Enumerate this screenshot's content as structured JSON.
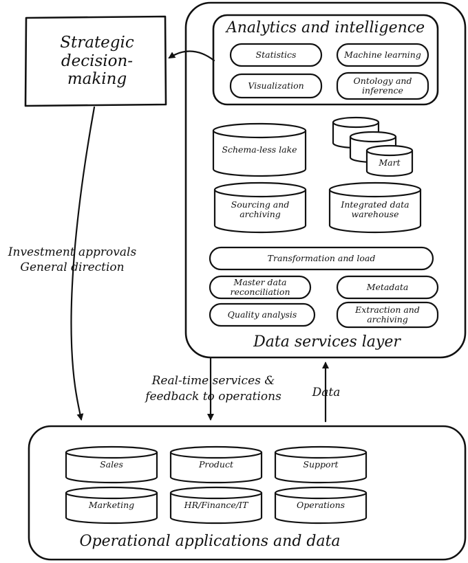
{
  "strategic": {
    "title": "Strategic decision-making"
  },
  "analytics": {
    "title": "Analytics and intelligence",
    "items": [
      "Statistics",
      "Machine learning",
      "Visualization",
      "Ontology and inference"
    ]
  },
  "storage": {
    "lake": "Schema-less lake",
    "mart": "Mart",
    "sourcing": "Sourcing and archiving",
    "warehouse": "Integrated data warehouse"
  },
  "processing": {
    "transformation": "Transformation and load",
    "master": "Master data reconciliation",
    "metadata": "Metadata",
    "quality": "Quality analysis",
    "extraction": "Extraction and archiving"
  },
  "data_services": {
    "title": "Data services layer"
  },
  "flows": {
    "investment_line1": "Investment approvals",
    "investment_line2": "General direction",
    "realtime_line1": "Real-time services &",
    "realtime_line2": "feedback to operations",
    "data": "Data"
  },
  "operational": {
    "title": "Operational applications and data",
    "systems": [
      "Sales",
      "Product",
      "Support",
      "Marketing",
      "HR/Finance/IT",
      "Operations"
    ]
  }
}
